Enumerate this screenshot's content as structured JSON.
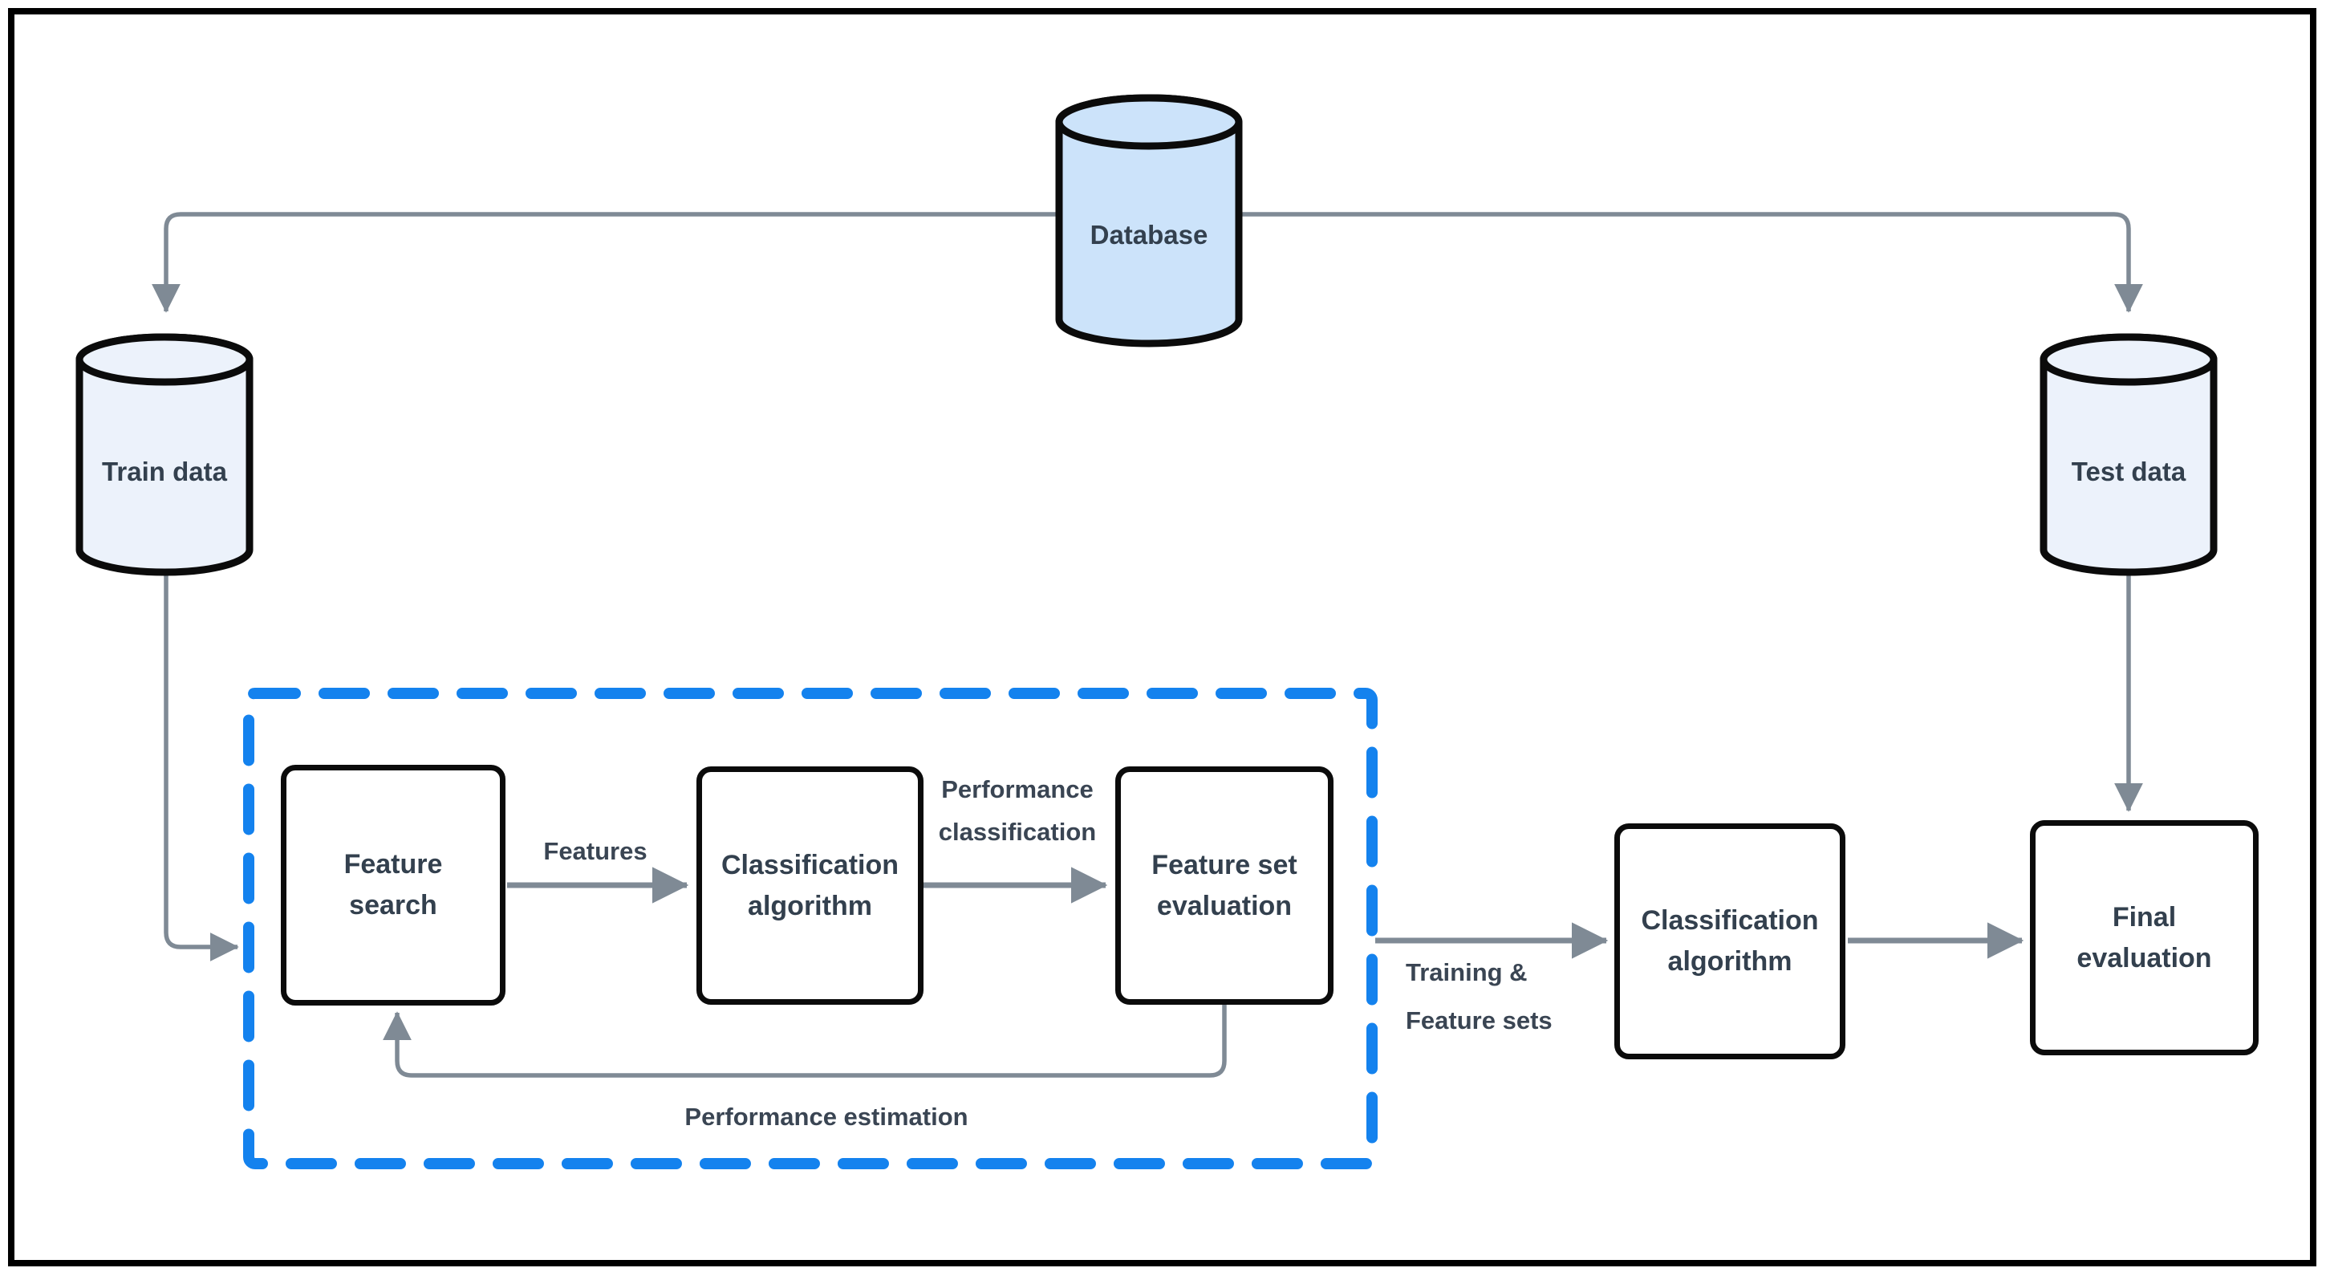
{
  "diagram": {
    "title": "Wrapper feature selection flowchart",
    "nodes": {
      "database": {
        "label": "Database"
      },
      "train_data": {
        "label": "Train data"
      },
      "test_data": {
        "label": "Test data"
      },
      "feature_search": {
        "line1": "Feature",
        "line2": "search"
      },
      "classification_algorithm_1": {
        "line1": "Classification",
        "line2": "algorithm"
      },
      "feature_set_evaluation": {
        "line1": "Feature set",
        "line2": "evaluation"
      },
      "classification_algorithm_2": {
        "line1": "Classification",
        "line2": "algorithm"
      },
      "final_evaluation": {
        "line1": "Final",
        "line2": "evaluation"
      }
    },
    "edge_labels": {
      "features": "Features",
      "performance_classification_line1": "Performance",
      "performance_classification_line2": "classification",
      "training_feature_sets_line1": "Training &",
      "training_feature_sets_line2": "Feature sets",
      "performance_estimation": "Performance estimation"
    },
    "colors": {
      "dashed_boundary_blue": "#1482EE",
      "connector_gray": "#7F8A95",
      "database_fill": "#CCE3FA",
      "data_cylinder_fill": "#ECF2FB",
      "node_border": "#0B0B0B",
      "text": "#33404E",
      "frame": "#000000"
    }
  }
}
